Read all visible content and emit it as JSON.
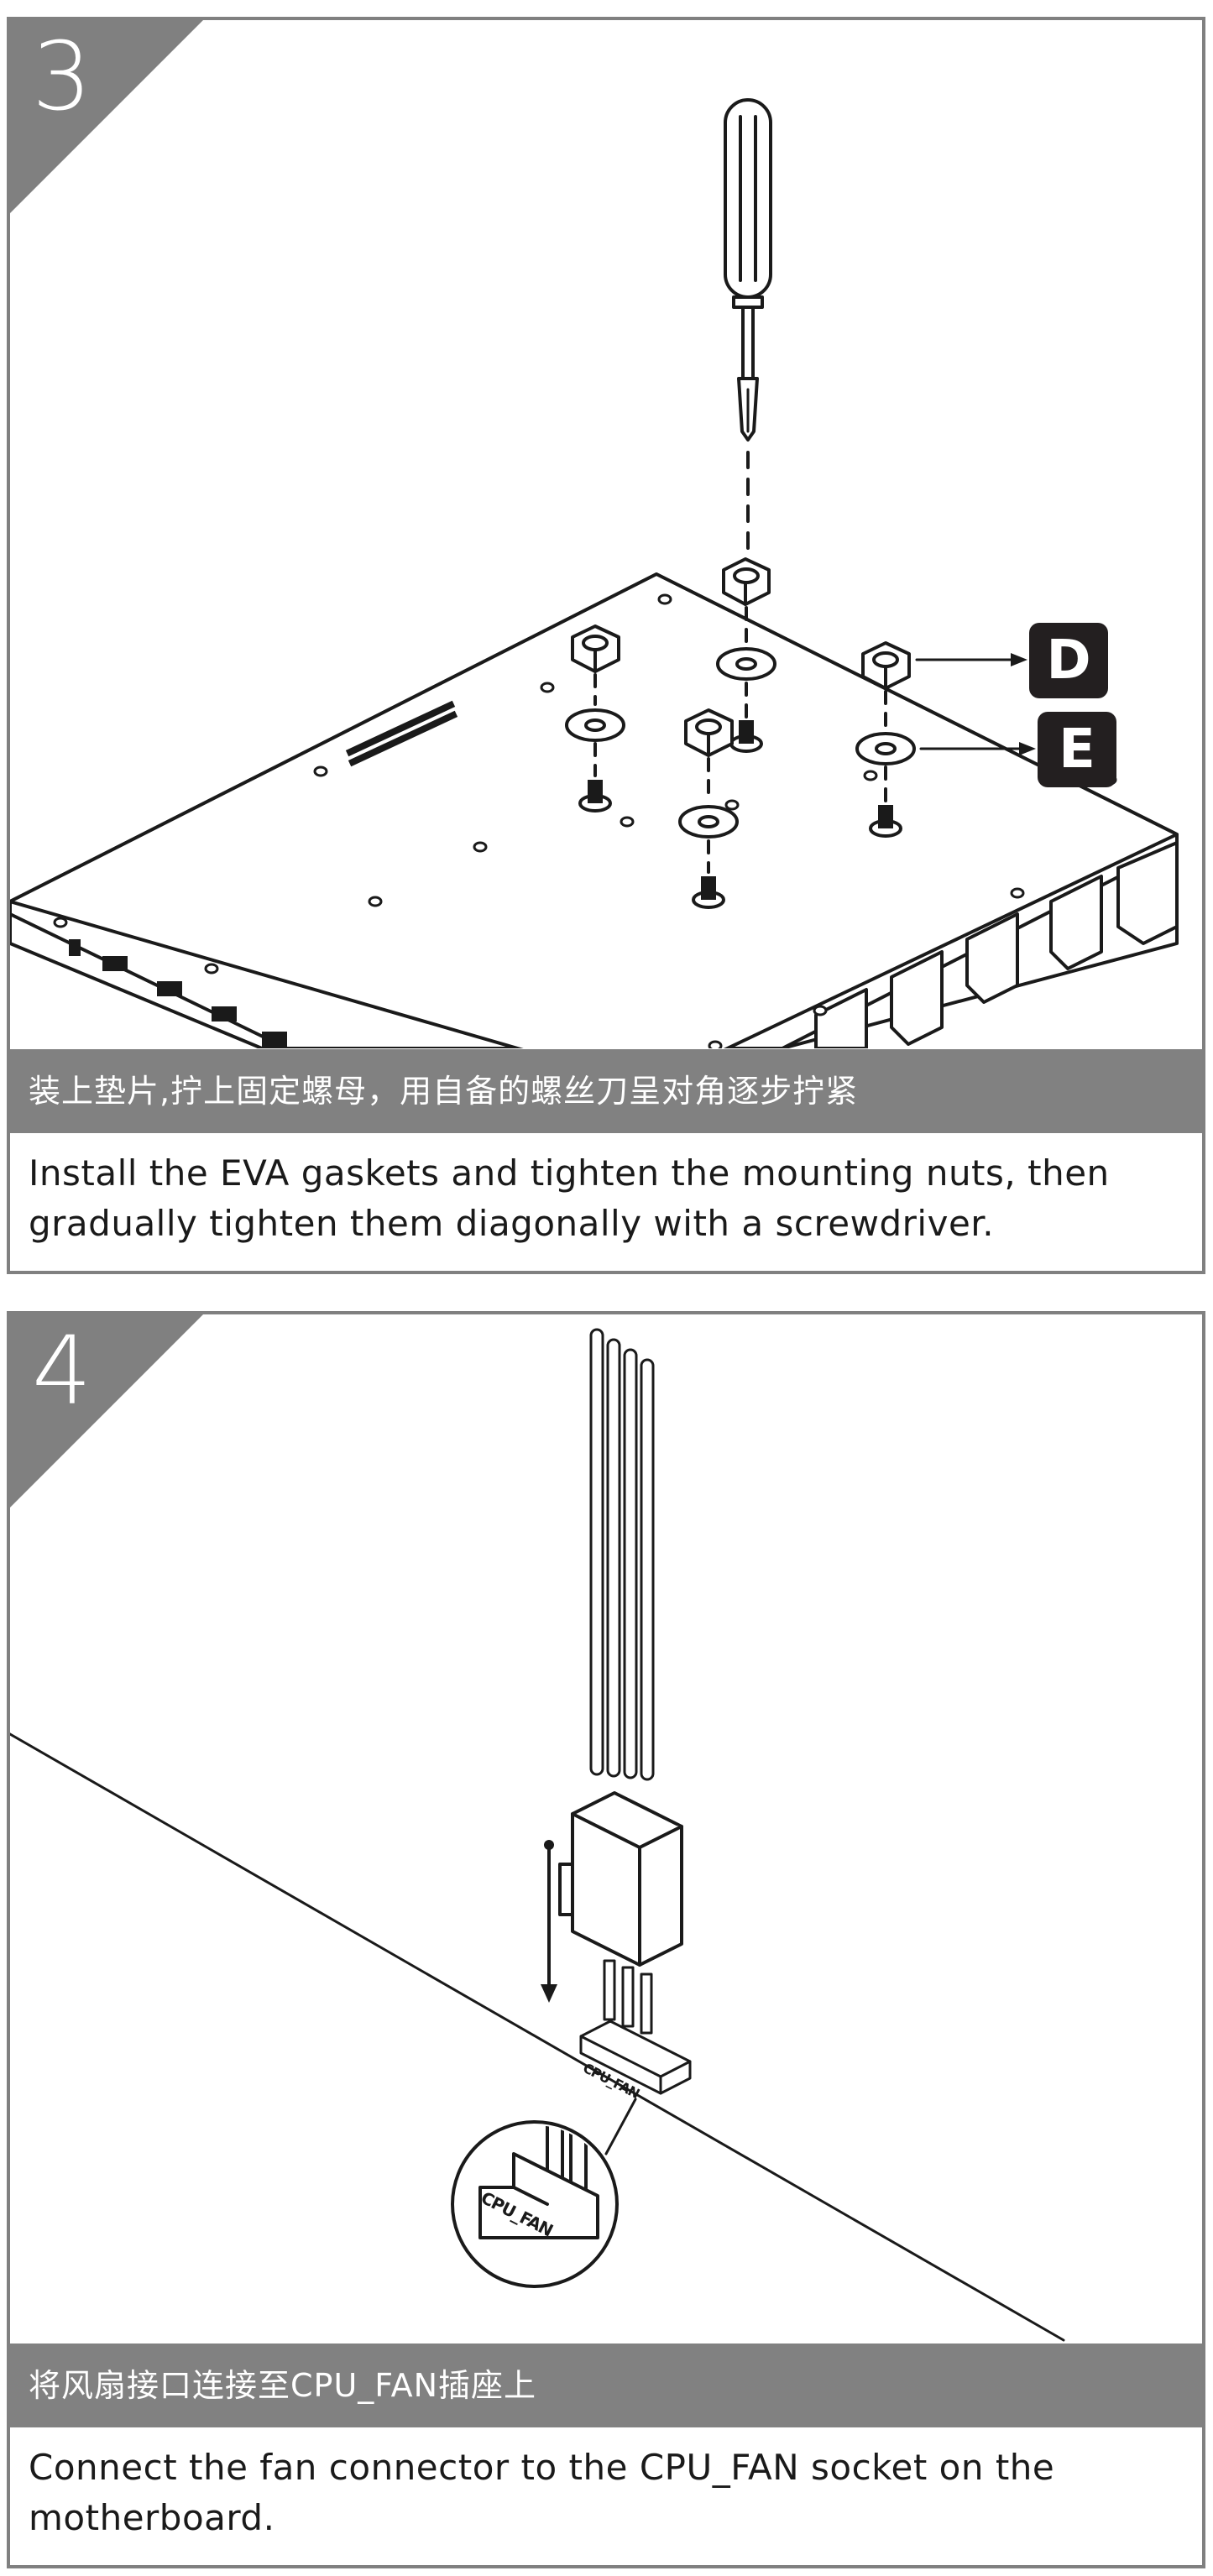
{
  "steps": [
    {
      "number": "3",
      "caption_cn": "装上垫片,拧上固定螺母，用自备的螺丝刀呈对角逐步拧紧",
      "caption_en": "Install the EVA gaskets and tighten the mounting nuts, then gradually tighten them diagonally with a screwdriver.",
      "callouts": [
        "D",
        "E"
      ],
      "illustration": "screwdriver-tightening-nuts-on-motherboard"
    },
    {
      "number": "4",
      "caption_cn": "将风扇接口连接至CPU_FAN插座上",
      "caption_en": "Connect the fan connector to the CPU_FAN socket on the motherboard.",
      "socket_label": "CPU_FAN",
      "illustration": "fan-connector-plugging-into-header"
    }
  ],
  "colors": {
    "frame": "#808080",
    "caption_bar": "#818181",
    "callout": "#231f20"
  }
}
